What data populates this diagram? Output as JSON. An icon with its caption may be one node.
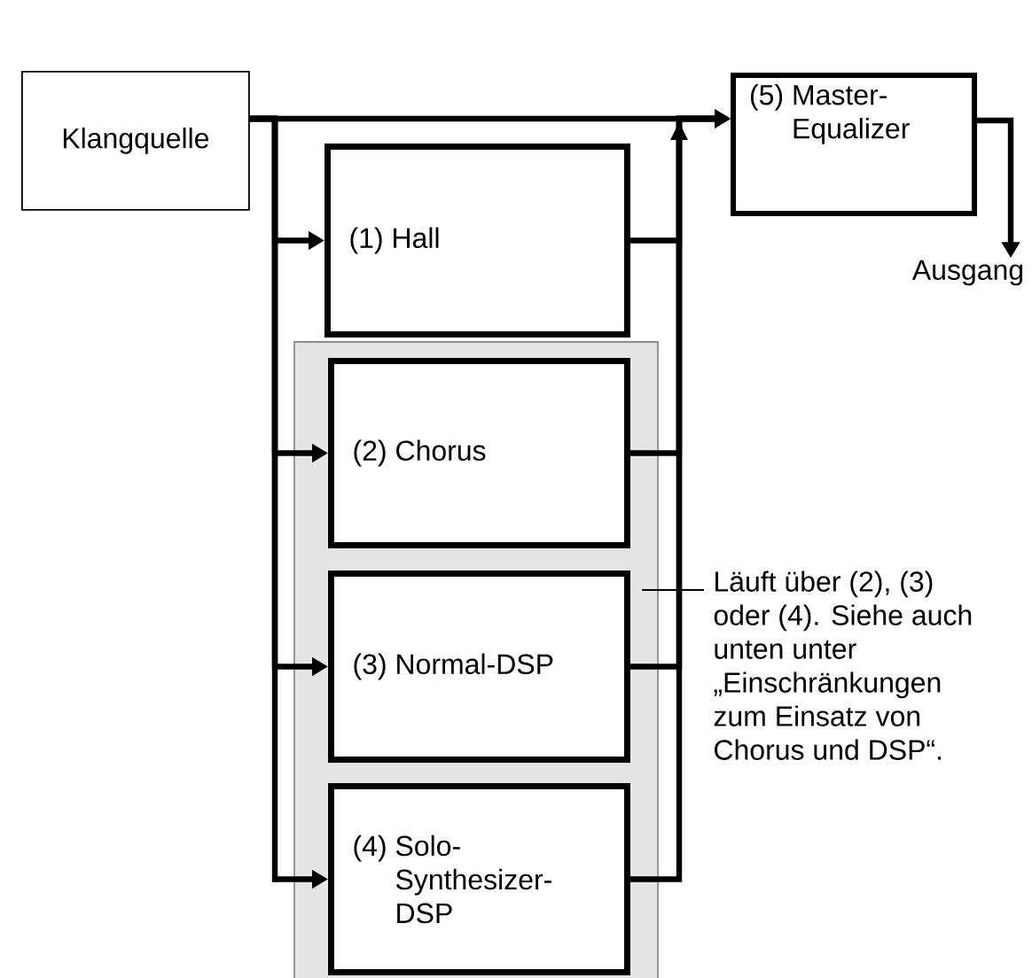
{
  "diagram": {
    "nodes": [
      {
        "text": [
          "Klangquelle"
        ]
      },
      {
        "text": [
          "(5) Master-Equalizer"
        ]
      },
      {
        "text": [
          "Ausgang"
        ]
      },
      {
        "text": [
          "(1) Hall"
        ]
      },
      {
        "text": [],
        "shape": "box"
      },
      {
        "text": [
          "(2) Chorus"
        ],
        "in": 4
      },
      {
        "text": [
          "(3) Normal-DSP"
        ],
        "in": 4
      },
      {
        "text": [
          "(4) Solo-Synthesizer-DSP"
        ],
        "in": 4
      },
      {
        "text": [
          "Läuft über (2), (3) oder (4). Siehe auch unten unter „Einschränkungen zum Einsatz von Chorus und DSP“."
        ]
      }
    ],
    "edges": [
      {
        "from": 0,
        "to": 1,
        "arrow": "to"
      },
      {
        "from": 0,
        "to": 3,
        "arrow": "to"
      },
      {
        "from": 0,
        "to": 5,
        "arrow": "to"
      },
      {
        "from": 0,
        "to": 6,
        "arrow": "to"
      },
      {
        "from": 0,
        "to": 7,
        "arrow": "to"
      },
      {
        "from": 3,
        "to": 1,
        "arrow": "to"
      },
      {
        "from": 5,
        "to": 1,
        "arrow": "to"
      },
      {
        "from": 6,
        "to": 1,
        "arrow": "to"
      },
      {
        "from": 7,
        "to": 1,
        "arrow": "to"
      },
      {
        "from": 1,
        "to": 2,
        "arrow": "to"
      },
      {
        "from": 8,
        "to": 4,
        "arrow": "none"
      }
    ]
  }
}
